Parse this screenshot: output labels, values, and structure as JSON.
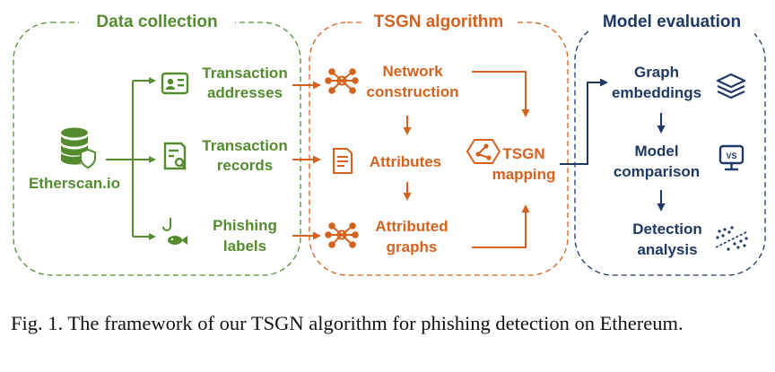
{
  "panels": {
    "data_collection": {
      "title": "Data collection"
    },
    "tsgn_algorithm": {
      "title": "TSGN algorithm"
    },
    "model_evaluation": {
      "title": "Model evaluation"
    }
  },
  "source": {
    "label": "Etherscan.io",
    "icon": "database-shield-icon"
  },
  "collection_items": [
    {
      "line1": "Transaction",
      "line2": "addresses",
      "icon": "address-card-icon"
    },
    {
      "line1": "Transaction",
      "line2": "records",
      "icon": "document-search-icon"
    },
    {
      "line1": "Phishing",
      "line2": "labels",
      "icon": "fishhook-fish-icon"
    }
  ],
  "algorithm_steps": {
    "network": {
      "line1": "Network",
      "line2": "construction",
      "icon": "network-graph-icon"
    },
    "attributes": {
      "label": "Attributes",
      "icon": "document-list-icon"
    },
    "attributed": {
      "line1": "Attributed",
      "line2": "graphs",
      "icon": "network-graph-icon"
    },
    "mapping": {
      "line1": "TSGN",
      "line2": "mapping",
      "icon": "hexagon-graph-icon"
    }
  },
  "evaluation_steps": [
    {
      "line1": "Graph",
      "line2": "embeddings",
      "icon": "layers-icon"
    },
    {
      "line1": "Model",
      "line2": "comparison",
      "icon": "vs-monitor-icon"
    },
    {
      "line1": "Detection",
      "line2": "analysis",
      "icon": "scatter-classification-icon"
    }
  ],
  "colors": {
    "green": "#558B2F",
    "orange": "#D4621E",
    "navy": "#1F3864"
  },
  "caption": "Fig. 1.  The framework of our TSGN algorithm for phishing detection on Ethereum."
}
